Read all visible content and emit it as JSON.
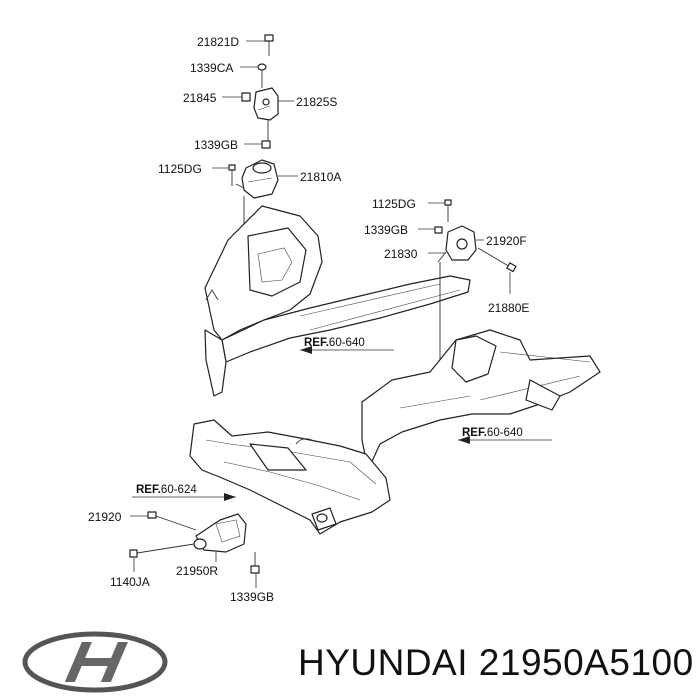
{
  "labels": {
    "p21821D": "21821D",
    "p1339CA": "1339CA",
    "p21845": "21845",
    "p21825S": "21825S",
    "p1339GB_top": "1339GB",
    "p1125DG_left": "1125DG",
    "p21810A": "21810A",
    "p1125DG_right": "1125DG",
    "p1339GB_right": "1339GB",
    "p21920F": "21920F",
    "p21830": "21830",
    "p21880E": "21880E",
    "p21920": "21920",
    "p1140JA": "1140JA",
    "p21950R": "21950R",
    "p1339GB_bottom": "1339GB"
  },
  "refs": {
    "ref_upper": {
      "prefix": "REF.",
      "code": "60-640"
    },
    "ref_right": {
      "prefix": "REF.",
      "code": "60-640"
    },
    "ref_sub": {
      "prefix": "REF.",
      "code": "60-624"
    }
  },
  "brand": {
    "logo": "hyundai-logo",
    "title": "HYUNDAI 21950A5100"
  }
}
